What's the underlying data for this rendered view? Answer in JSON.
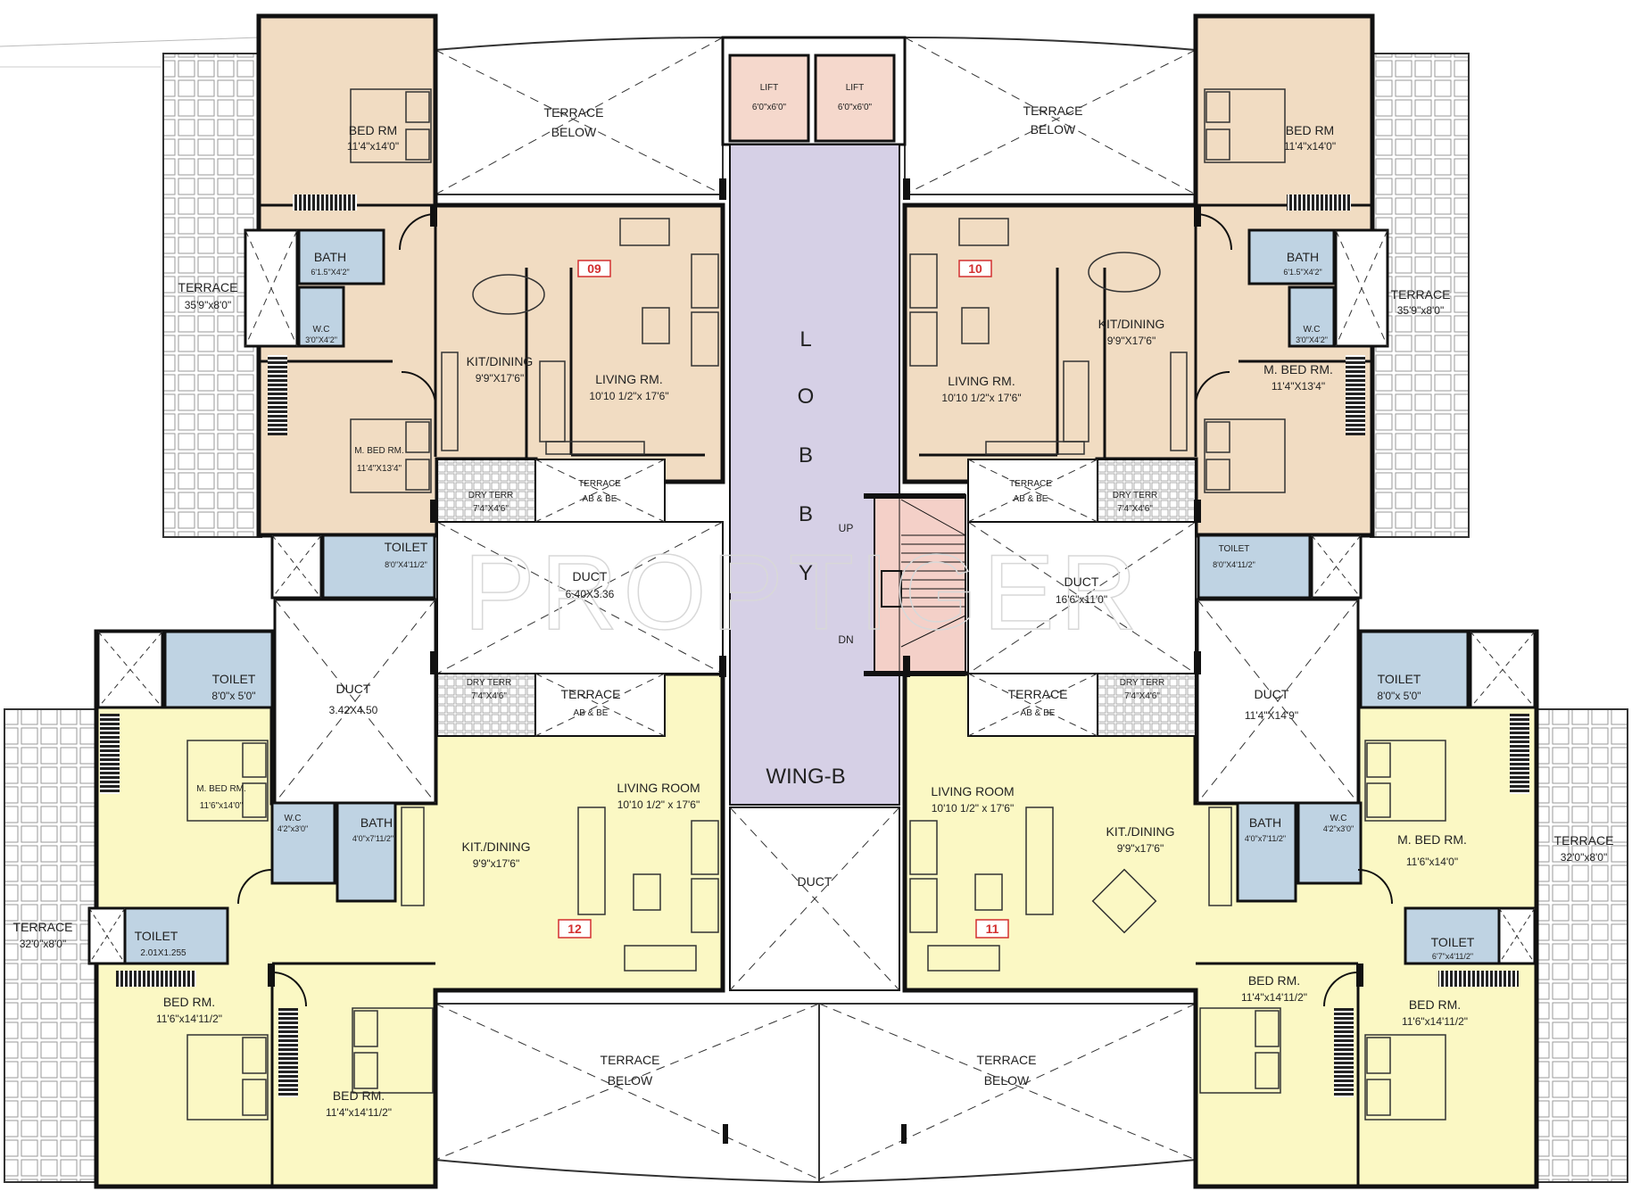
{
  "colors": {
    "top_flats": "#f1dcc2",
    "bottom_flats": "#fbf8c4",
    "wet_areas": "#bfd3e3",
    "lobby": "#d6d0e6",
    "lifts": "#f5d8cc",
    "stair": "#f4d0c8",
    "wall": "#111111",
    "flat_number": "#d32f2f"
  },
  "watermark": "PROPTIGER",
  "wing_label": "WING-B",
  "lobby": {
    "letters": [
      "L",
      "O",
      "B",
      "B",
      "Y"
    ]
  },
  "lifts": [
    {
      "name": "LIFT",
      "size": "6'0\"x6'0\""
    },
    {
      "name": "LIFT",
      "size": "6'0\"x6'0\""
    }
  ],
  "stair": {
    "up": "UP",
    "dn": "DN"
  },
  "flat_numbers": {
    "f09": "09",
    "f10": "10",
    "f11": "11",
    "f12": "12"
  },
  "rooms": {
    "t09_bed": {
      "name": "BED RM",
      "size": "11'4\"x14'0\""
    },
    "t09_bath": {
      "name": "BATH",
      "size": "6'1.5\"X4'2\""
    },
    "t09_wc": {
      "name": "W.C",
      "size": "3'0\"X4'2\""
    },
    "t09_kit": {
      "name": "KIT/DINING",
      "size": "9'9\"X17'6\""
    },
    "t09_liv": {
      "name": "LIVING RM.",
      "size": "10'10 1/2\"x 17'6\""
    },
    "t09_mbed": {
      "name": "M. BED RM.",
      "size": "11'4\"X13'4\""
    },
    "t09_dry": {
      "name": "DRY TERR",
      "size": "7'4\"X4'6\""
    },
    "t09_terab": {
      "name": "TERRACE",
      "size": "AB & BE"
    },
    "t09_toilet": {
      "name": "TOILET",
      "size": "8'0\"X4'11/2\""
    },
    "t10_bed": {
      "name": "BED RM",
      "size": "11'4\"x14'0\""
    },
    "t10_bath": {
      "name": "BATH",
      "size": "6'1.5\"X4'2\""
    },
    "t10_wc": {
      "name": "W.C",
      "size": "3'0\"X4'2\""
    },
    "t10_kit": {
      "name": "KIT/DINING",
      "size": "9'9\"X17'6\""
    },
    "t10_liv": {
      "name": "LIVING RM.",
      "size": "10'10 1/2\"x 17'6\""
    },
    "t10_mbed": {
      "name": "M. BED RM.",
      "size": "11'4\"X13'4\""
    },
    "t10_dry": {
      "name": "DRY TERR",
      "size": "7'4\"X4'6\""
    },
    "t10_terab": {
      "name": "TERRACE",
      "size": "AB & BE"
    },
    "t10_toilet": {
      "name": "TOILET",
      "size": "8'0\"X4'11/2\""
    },
    "b12_toilet": {
      "name": "TOILET",
      "size": "8'0\"x 5'0\""
    },
    "b12_mbed": {
      "name": "M. BED RM.",
      "size": "11'6\"x14'0\""
    },
    "b12_wc": {
      "name": "W.C",
      "size": "4'2\"x3'0\""
    },
    "b12_bath": {
      "name": "BATH",
      "size": "4'0\"x7'11/2\""
    },
    "b12_kit": {
      "name": "KIT./DINING",
      "size": "9'9\"x17'6\""
    },
    "b12_liv": {
      "name": "LIVING ROOM",
      "size": "10'10 1/2\" x 17'6\""
    },
    "b12_dry": {
      "name": "DRY TERR",
      "size": "7'4\"X4'6\""
    },
    "b12_terab": {
      "name": "TERRACE",
      "size": "AB & BE"
    },
    "b12_toilet2": {
      "name": "TOILET",
      "size": "2.01X1.255"
    },
    "b12_bed1": {
      "name": "BED RM.",
      "size": "11'6\"x14'11/2\""
    },
    "b12_bed2": {
      "name": "BED RM.",
      "size": "11'4\"x14'11/2\""
    },
    "b11_toilet": {
      "name": "TOILET",
      "size": "8'0\"x 5'0\""
    },
    "b11_mbed": {
      "name": "M. BED RM.",
      "size": "11'6\"x14'0\""
    },
    "b11_wc": {
      "name": "W.C",
      "size": "4'2\"x3'0\""
    },
    "b11_bath": {
      "name": "BATH",
      "size": "4'0\"x7'11/2\""
    },
    "b11_kit": {
      "name": "KIT./DINING",
      "size": "9'9\"x17'6\""
    },
    "b11_liv": {
      "name": "LIVING ROOM",
      "size": "10'10 1/2\" x 17'6\""
    },
    "b11_dry": {
      "name": "DRY TERR",
      "size": "7'4\"X4'6\""
    },
    "b11_terab": {
      "name": "TERRACE",
      "size": "AB & BE"
    },
    "b11_toilet2": {
      "name": "TOILET",
      "size": "6'7\"x4'11/2\""
    },
    "b11_bed1": {
      "name": "BED RM.",
      "size": "11'4\"x14'11/2\""
    },
    "b11_bed2": {
      "name": "BED RM.",
      "size": "11'6\"x14'11/2\""
    }
  },
  "terraces": {
    "top_left_below": {
      "name": "TERRACE",
      "sub": "BELOW"
    },
    "top_right_below": {
      "name": "TERRACE",
      "sub": "BELOW"
    },
    "bot_left_below": {
      "name": "TERRACE",
      "sub": "BELOW"
    },
    "bot_right_below": {
      "name": "TERRACE",
      "sub": "BELOW"
    },
    "side_top_left": {
      "name": "TERRACE",
      "sub": "35'9\"x8'0\""
    },
    "side_top_right": {
      "name": "TERRACE",
      "sub": "35'9\"x8'0\""
    },
    "side_bot_left": {
      "name": "TERRACE",
      "sub": "32'0\"x8'0\""
    },
    "side_bot_right": {
      "name": "TERRACE",
      "sub": "32'0\"x8'0\""
    }
  },
  "ducts": {
    "upper_left": {
      "name": "DUCT",
      "size": "6.40X3.36"
    },
    "upper_right": {
      "name": "DUCT",
      "size": "16'6\"x11'0\""
    },
    "left": {
      "name": "DUCT",
      "size": "3.42X4.50"
    },
    "right": {
      "name": "DUCT",
      "size": "11'4\"X14'9\""
    },
    "center": {
      "name": "DUCT"
    }
  }
}
